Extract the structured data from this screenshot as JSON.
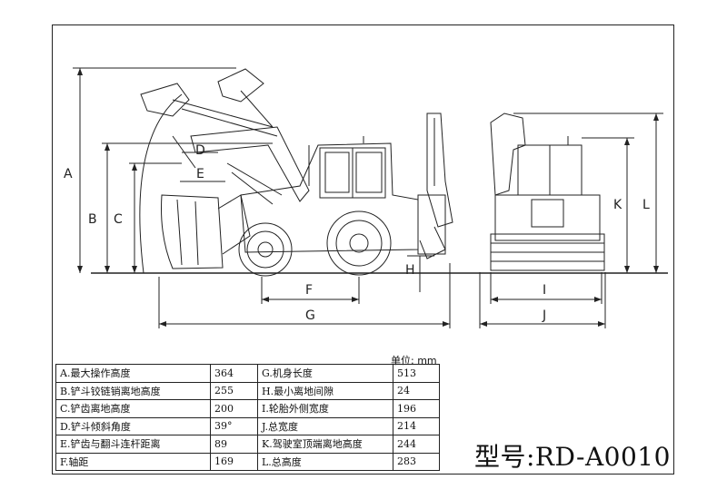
{
  "dimension_labels": [
    "A",
    "B",
    "C",
    "D",
    "E",
    "F",
    "G",
    "H",
    "I",
    "J",
    "K",
    "L"
  ],
  "unit_label": "单位: mm",
  "spec_rows": [
    {
      "label_left": "A.最大操作高度",
      "value_left": "364",
      "label_right": "G.机身长度",
      "value_right": "513"
    },
    {
      "label_left": "B.铲斗铰链销离地高度",
      "value_left": "255",
      "label_right": "H.最小离地间隙",
      "value_right": "24"
    },
    {
      "label_left": "C.铲齿离地高度",
      "value_left": "200",
      "label_right": "I.轮胎外侧宽度",
      "value_right": "196"
    },
    {
      "label_left": "D.铲斗倾斜角度",
      "value_left": "39°",
      "label_right": "J.总宽度",
      "value_right": "214"
    },
    {
      "label_left": "E.铲齿与翻斗连杆距离",
      "value_left": "89",
      "label_right": "K.驾驶室顶端离地高度",
      "value_right": "244"
    },
    {
      "label_left": "F.轴距",
      "value_left": "169",
      "label_right": "L.总高度",
      "value_right": "283"
    }
  ],
  "model_label": "型号:RD-A0010"
}
